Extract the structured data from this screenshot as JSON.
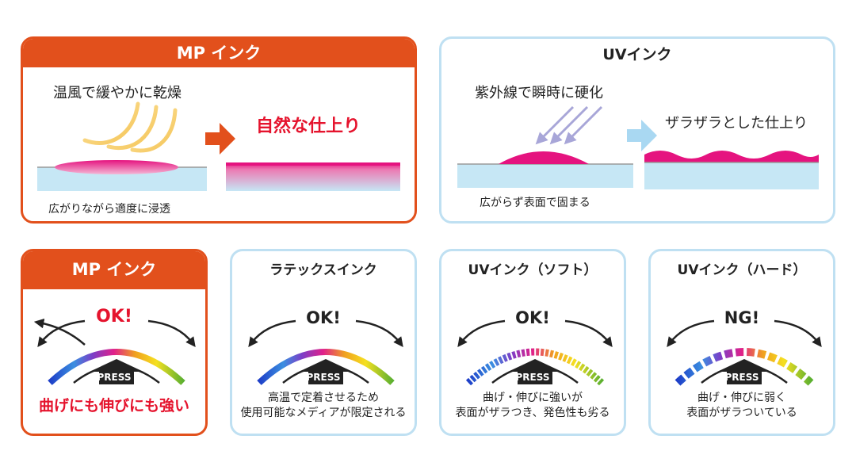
{
  "top": {
    "mp": {
      "title": "MP インク",
      "process": "温風で緩やかに乾燥",
      "result": "自然な仕上り",
      "bottom": "広がりながら適度に浸透"
    },
    "uv": {
      "title": "UVインク",
      "process": "紫外線で瞬時に硬化",
      "result": "ザラザラとした仕上り",
      "bottom": "広がらず表面で固まる"
    }
  },
  "cards": [
    {
      "title": "MP インク",
      "status": "OK!",
      "press": "PRESS",
      "caption": [
        "曲げにも伸びにも強い"
      ]
    },
    {
      "title": "ラテックスインク",
      "status": "OK!",
      "press": "PRESS",
      "caption": [
        "高温で定着させるため",
        "使用可能なメディアが限定される"
      ]
    },
    {
      "title": "UVインク（ソフト）",
      "status": "OK!",
      "press": "PRESS",
      "caption": [
        "曲げ・伸びに強いが",
        "表面がザラつき、発色性も劣る"
      ]
    },
    {
      "title": "UVインク（ハード）",
      "status": "NG!",
      "press": "PRESS",
      "caption": [
        "曲げ・伸びに弱く",
        "表面がザラついている"
      ]
    }
  ],
  "colors": {
    "mp_orange": "#e2501c",
    "panel_blue_border": "#bfe0f2",
    "ink_magenta": "#e5137f",
    "media_blue": "#c6e7f5",
    "result_red": "#e5132d",
    "uv_arrow_blue": "#a9d8f2"
  }
}
